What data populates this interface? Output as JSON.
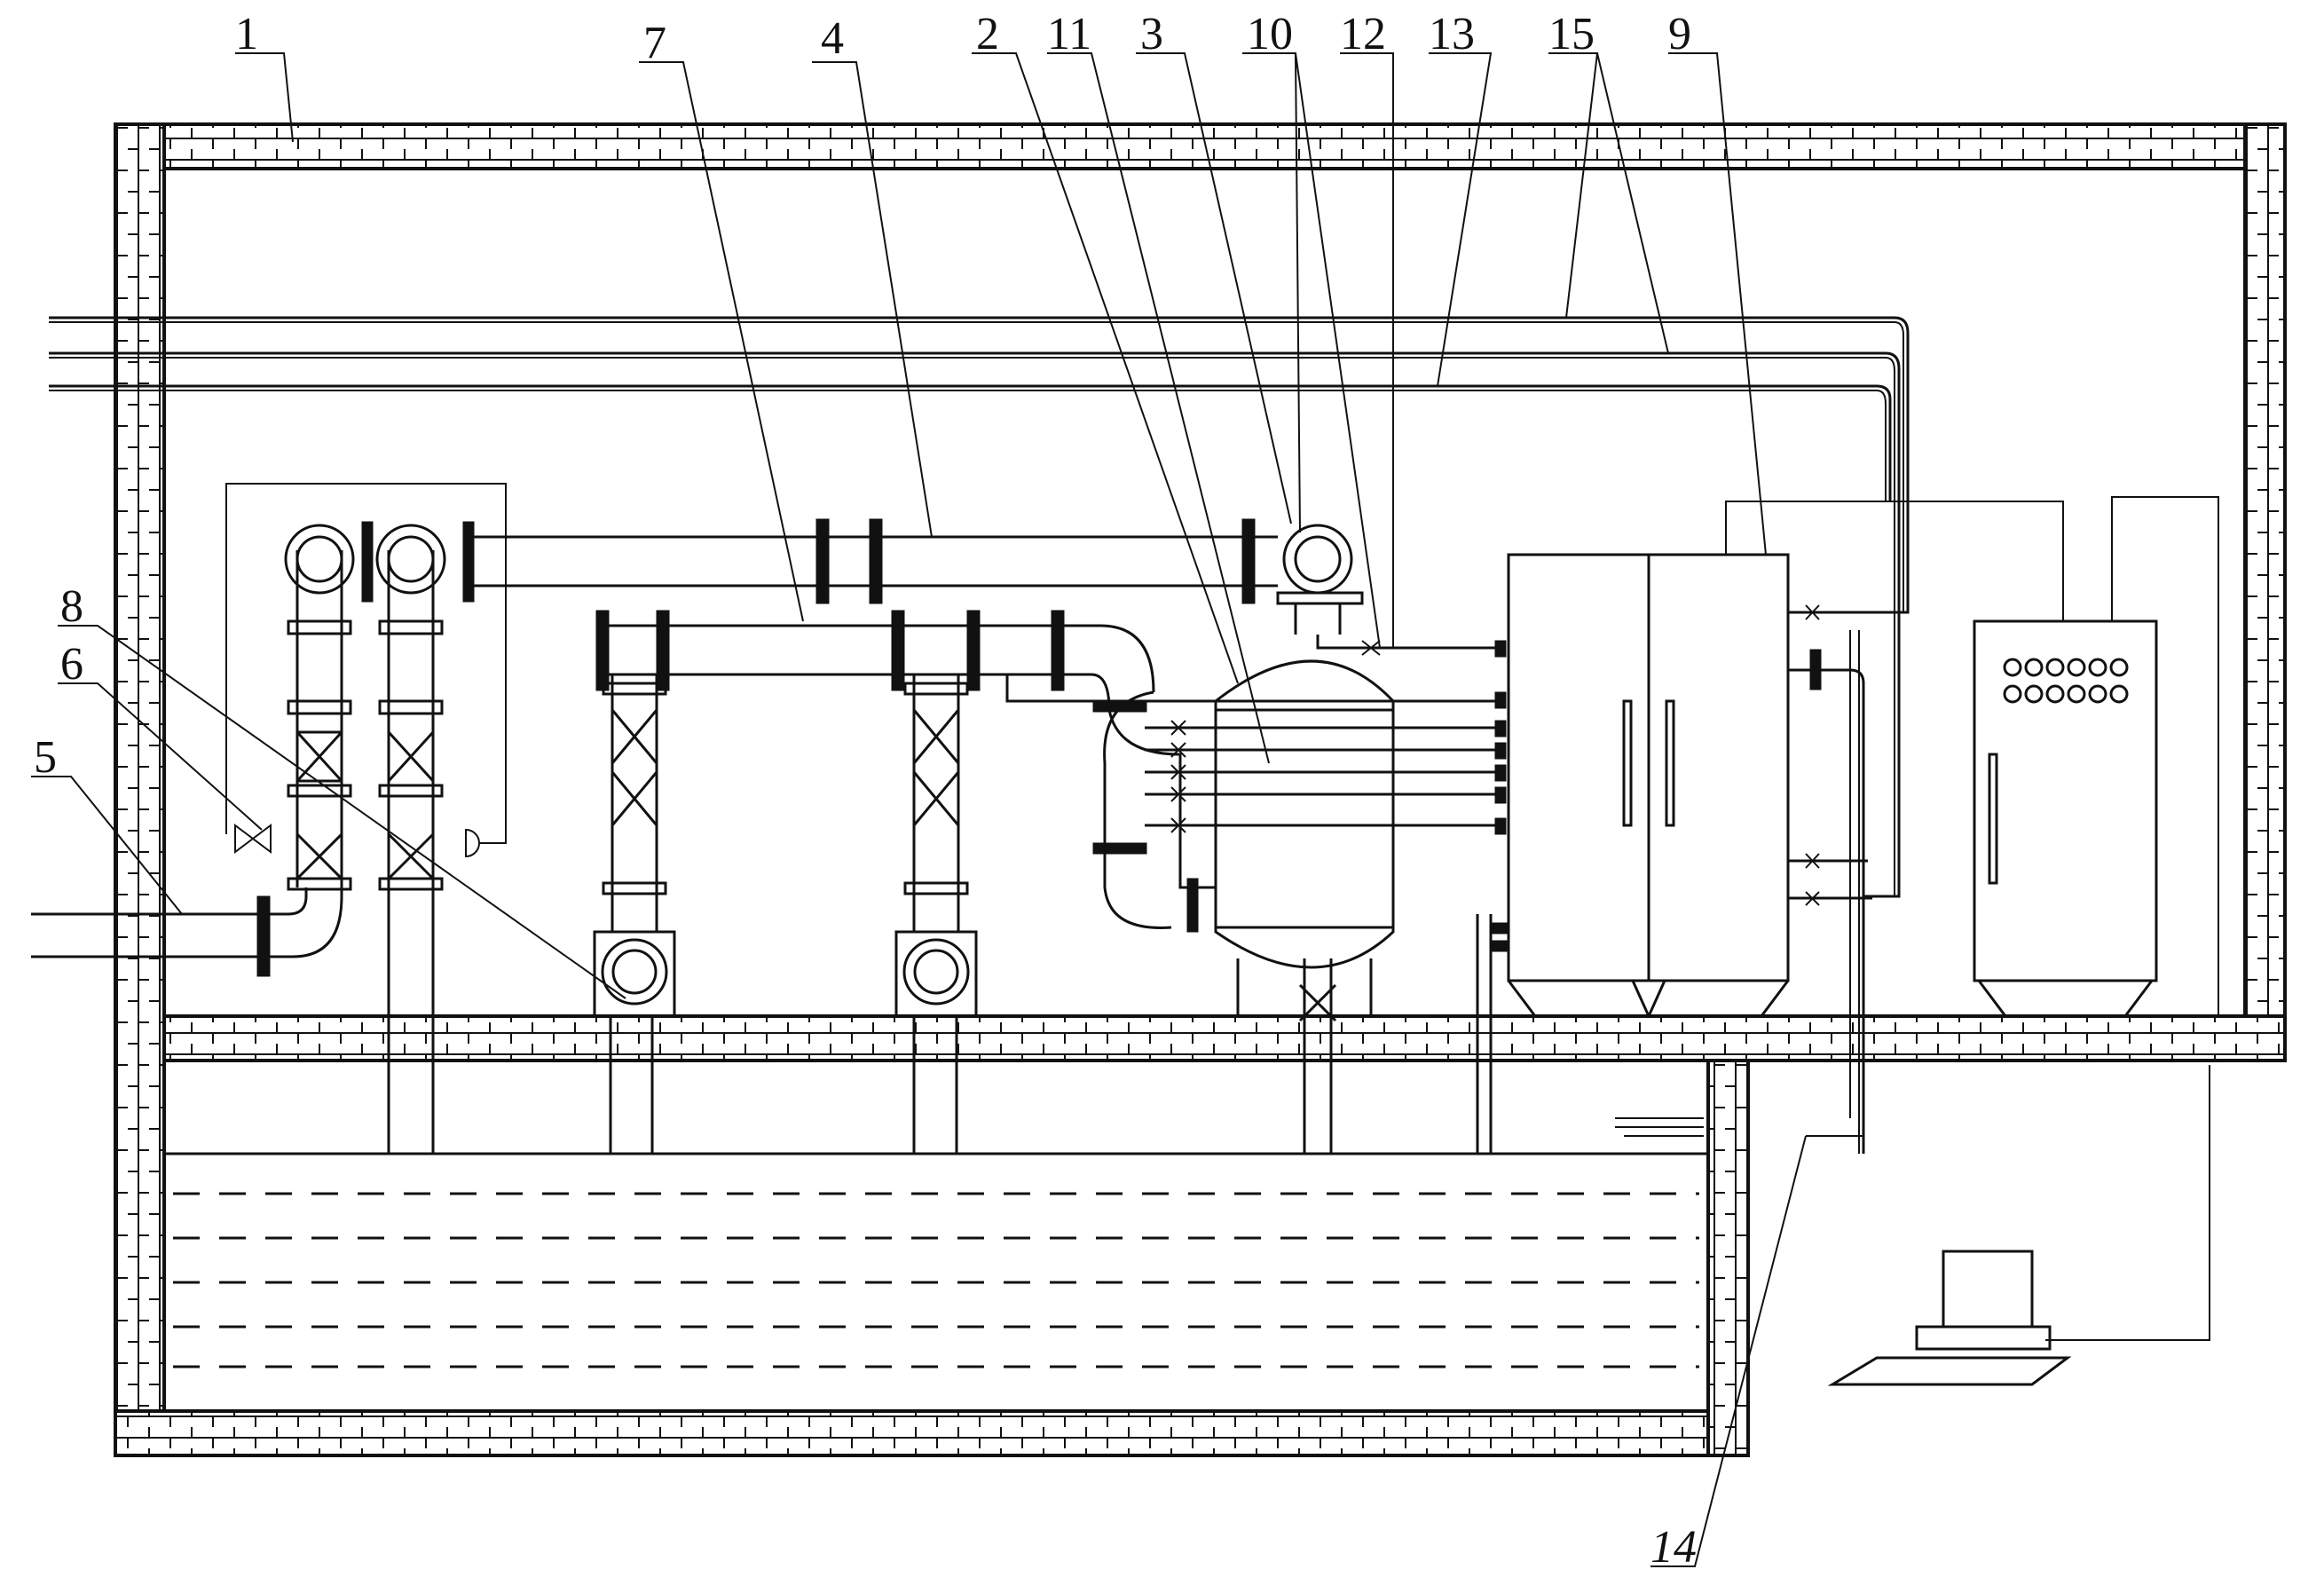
{
  "diagram": {
    "callouts": [
      {
        "id": "c1",
        "label": "1"
      },
      {
        "id": "c7",
        "label": "7"
      },
      {
        "id": "c4",
        "label": "4"
      },
      {
        "id": "c2",
        "label": "2"
      },
      {
        "id": "c11",
        "label": "11"
      },
      {
        "id": "c3",
        "label": "3"
      },
      {
        "id": "c10",
        "label": "10"
      },
      {
        "id": "c12",
        "label": "12"
      },
      {
        "id": "c13",
        "label": "13"
      },
      {
        "id": "c15",
        "label": "15"
      },
      {
        "id": "c9",
        "label": "9"
      },
      {
        "id": "c8",
        "label": "8"
      },
      {
        "id": "c6",
        "label": "6"
      },
      {
        "id": "c5",
        "label": "5"
      },
      {
        "id": "c14",
        "label": "14"
      }
    ]
  }
}
